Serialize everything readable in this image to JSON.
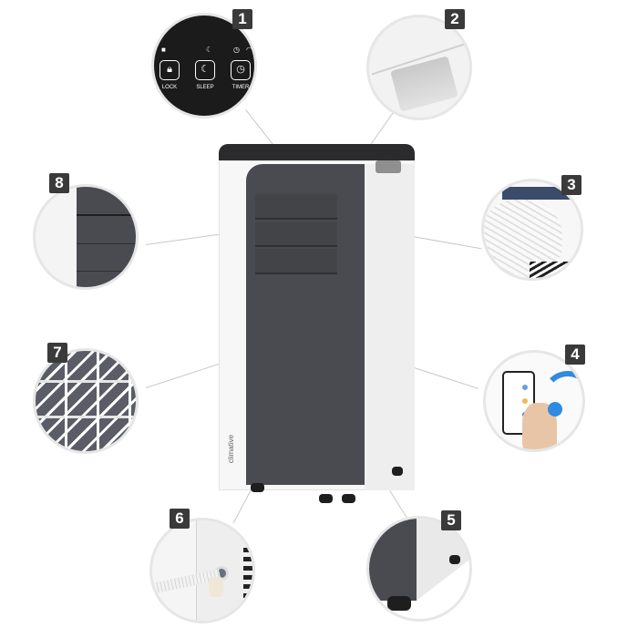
{
  "features": [
    {
      "number": "1",
      "name": "control-panel"
    },
    {
      "number": "2",
      "name": "carry-handle"
    },
    {
      "number": "3",
      "name": "exhaust-hose"
    },
    {
      "number": "4",
      "name": "wifi-app-control"
    },
    {
      "number": "5",
      "name": "caster-wheels"
    },
    {
      "number": "6",
      "name": "drain-hose"
    },
    {
      "number": "7",
      "name": "air-filter"
    },
    {
      "number": "8",
      "name": "louvers"
    }
  ],
  "control_panel": {
    "buttons": [
      {
        "label": "LOCK"
      },
      {
        "label": "SLEEP"
      },
      {
        "label": "TIMER"
      }
    ]
  },
  "brand": "climative",
  "colors": {
    "panel": "#4a4b50",
    "body": "#f7f7f7",
    "badge": "#3a3a3a",
    "wifi": "#2f8ae0"
  }
}
